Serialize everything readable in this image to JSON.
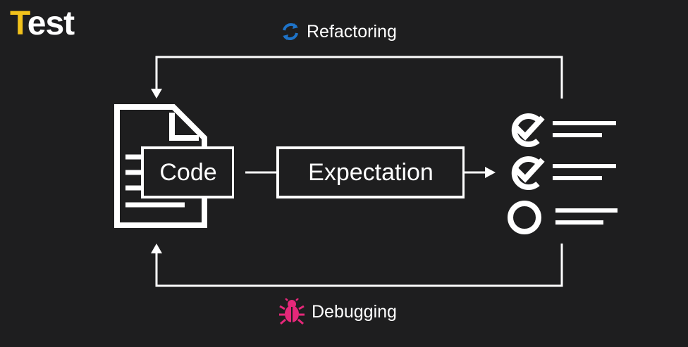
{
  "title": {
    "first_letter": "T",
    "rest": "est"
  },
  "loops": {
    "refactoring": {
      "label": "Refactoring",
      "icon": "refresh-icon",
      "color": "#1e73c8"
    },
    "debugging": {
      "label": "Debugging",
      "icon": "bug-icon",
      "color": "#e6287a"
    }
  },
  "boxes": {
    "code": "Code",
    "expectation": "Expectation"
  },
  "results": [
    {
      "status": "checked"
    },
    {
      "status": "checked"
    },
    {
      "status": "empty"
    }
  ],
  "colors": {
    "background": "#1e1e1f",
    "title_accent": "#f2c21b",
    "stroke": "#ffffff"
  }
}
